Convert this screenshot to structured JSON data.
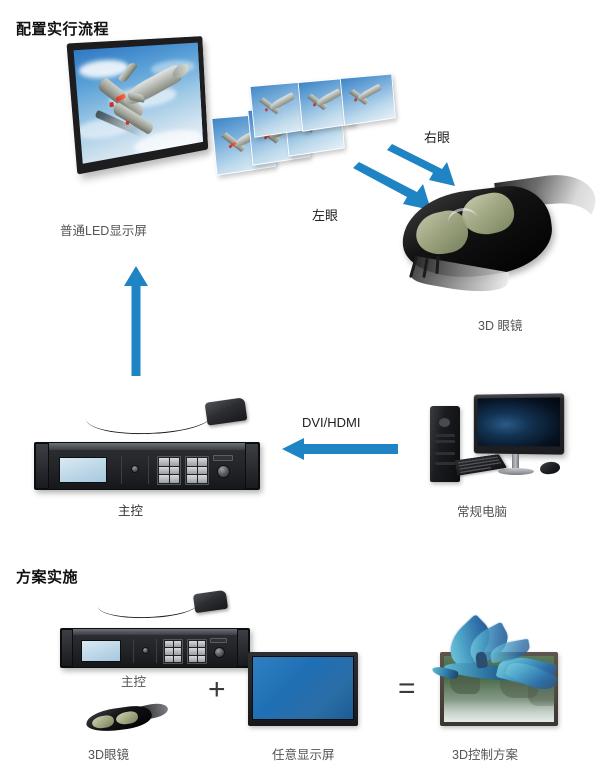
{
  "page": {
    "background_color": "#ffffff",
    "accent_color": "#1f84c4",
    "text_color": "#555555",
    "heading_color": "#111111"
  },
  "sections": [
    {
      "id": "flow",
      "title": "配置实行流程"
    },
    {
      "id": "implementation",
      "title": "方案实施"
    }
  ],
  "flow": {
    "title": "配置实行流程",
    "led_display": {
      "caption": "普通LED显示屏",
      "content": "fighter-jet-sky"
    },
    "frames": {
      "count": 6,
      "content": "fighter-jet-sky"
    },
    "eye_labels": {
      "right": "右眼",
      "left": "左眼"
    },
    "glasses": {
      "caption": "3D 眼镜"
    },
    "controller": {
      "caption": "主控"
    },
    "computer": {
      "caption": "常规电脑"
    },
    "connection": {
      "label": "DVI/HDMI",
      "direction": "computer-to-controller"
    },
    "arrows": [
      {
        "name": "right-eye-arrow",
        "direction": "down-right"
      },
      {
        "name": "left-eye-arrow",
        "direction": "down-right"
      },
      {
        "name": "controller-to-display-arrow",
        "direction": "up"
      },
      {
        "name": "dvi-hdmi-arrow",
        "direction": "left"
      }
    ]
  },
  "implementation": {
    "title": "方案实施",
    "items": [
      {
        "name": "controller",
        "caption": "主控"
      },
      {
        "name": "glasses",
        "caption": "3D眼镜"
      },
      {
        "name": "any-display",
        "caption": "任意显示屏"
      },
      {
        "name": "result",
        "caption": "3D控制方案"
      }
    ],
    "operators": {
      "plus": "+",
      "equals": "="
    }
  }
}
